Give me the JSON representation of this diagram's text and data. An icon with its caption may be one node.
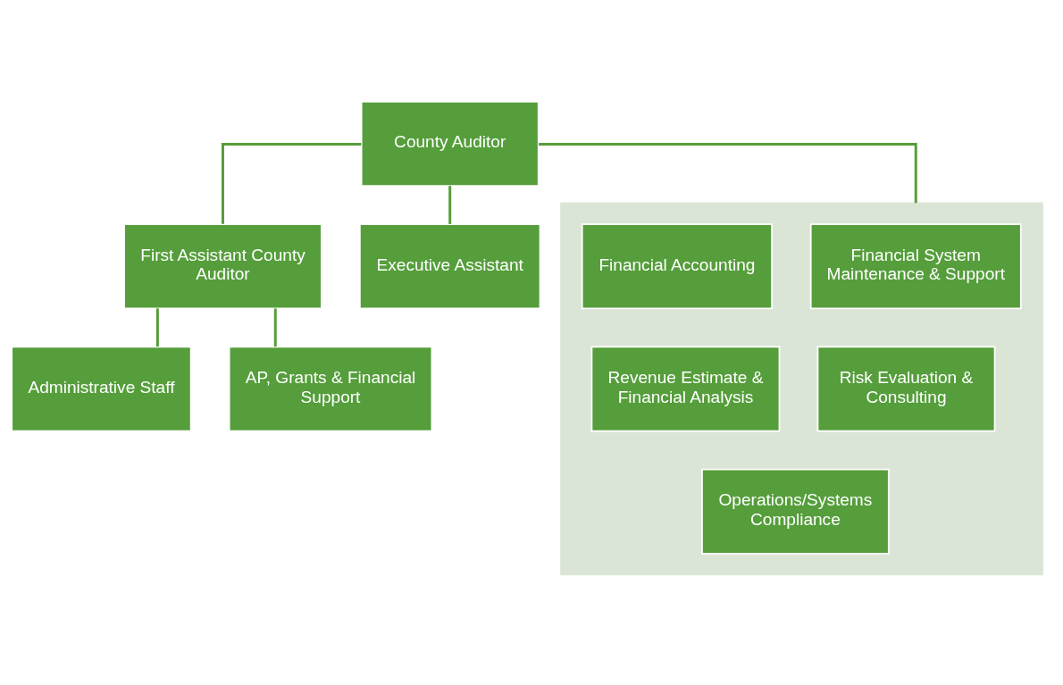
{
  "diagram": {
    "nodes": [
      {
        "text": [
          "County Auditor"
        ]
      },
      {
        "text": [
          "First Assistant County Auditor"
        ]
      },
      {
        "text": [
          "Executive Assistant"
        ]
      },
      {
        "text": [
          "Administrative Staff"
        ]
      },
      {
        "text": [
          "AP, Grants & Financial Support"
        ]
      },
      {
        "text": [],
        "shape": "box"
      },
      {
        "text": [
          "Financial Accounting"
        ],
        "in": 5
      },
      {
        "text": [
          "Financial System Maintenance & Support"
        ],
        "in": 5
      },
      {
        "text": [
          "Revenue Estimate & Financial Analysis"
        ],
        "in": 5
      },
      {
        "text": [
          "Risk Evaluation & Consulting"
        ],
        "in": 5
      },
      {
        "text": [
          "Operations/Systems Compliance"
        ],
        "in": 5
      }
    ],
    "edges": [
      {
        "from": 0,
        "to": 1,
        "arrow": "none"
      },
      {
        "from": 0,
        "to": 2,
        "arrow": "none"
      },
      {
        "from": 0,
        "to": 5,
        "arrow": "none"
      },
      {
        "from": 1,
        "to": 3,
        "arrow": "none"
      },
      {
        "from": 1,
        "to": 4,
        "arrow": "none"
      }
    ]
  }
}
